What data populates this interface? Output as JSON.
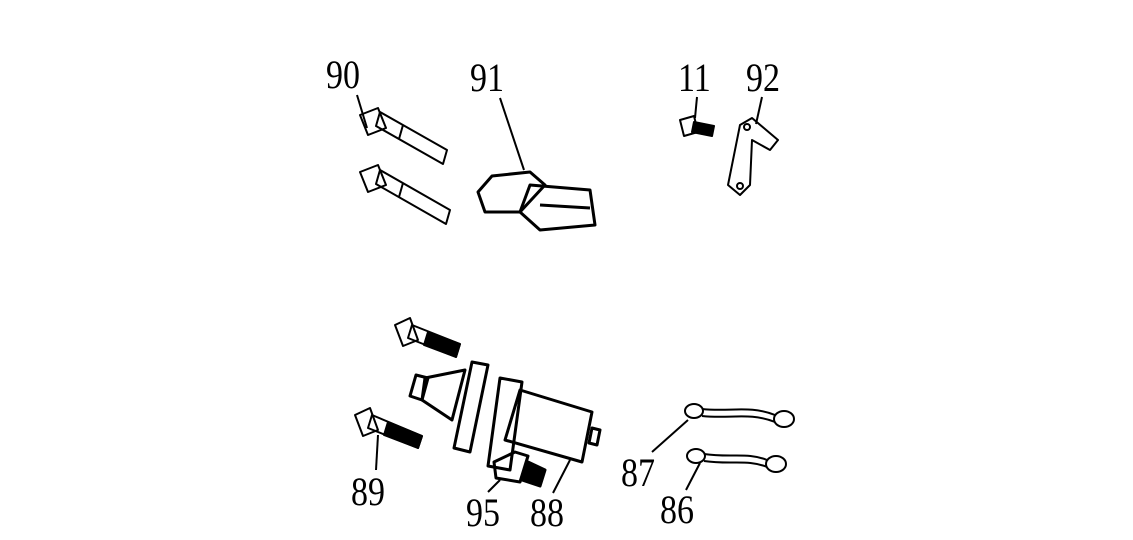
{
  "callouts": {
    "p90": "90",
    "p91": "91",
    "p11": "11",
    "p92": "92",
    "p89": "89",
    "p95": "95",
    "p88": "88",
    "p87": "87",
    "p86": "86"
  },
  "colors": {
    "line": "#000000",
    "background": "#ffffff"
  }
}
